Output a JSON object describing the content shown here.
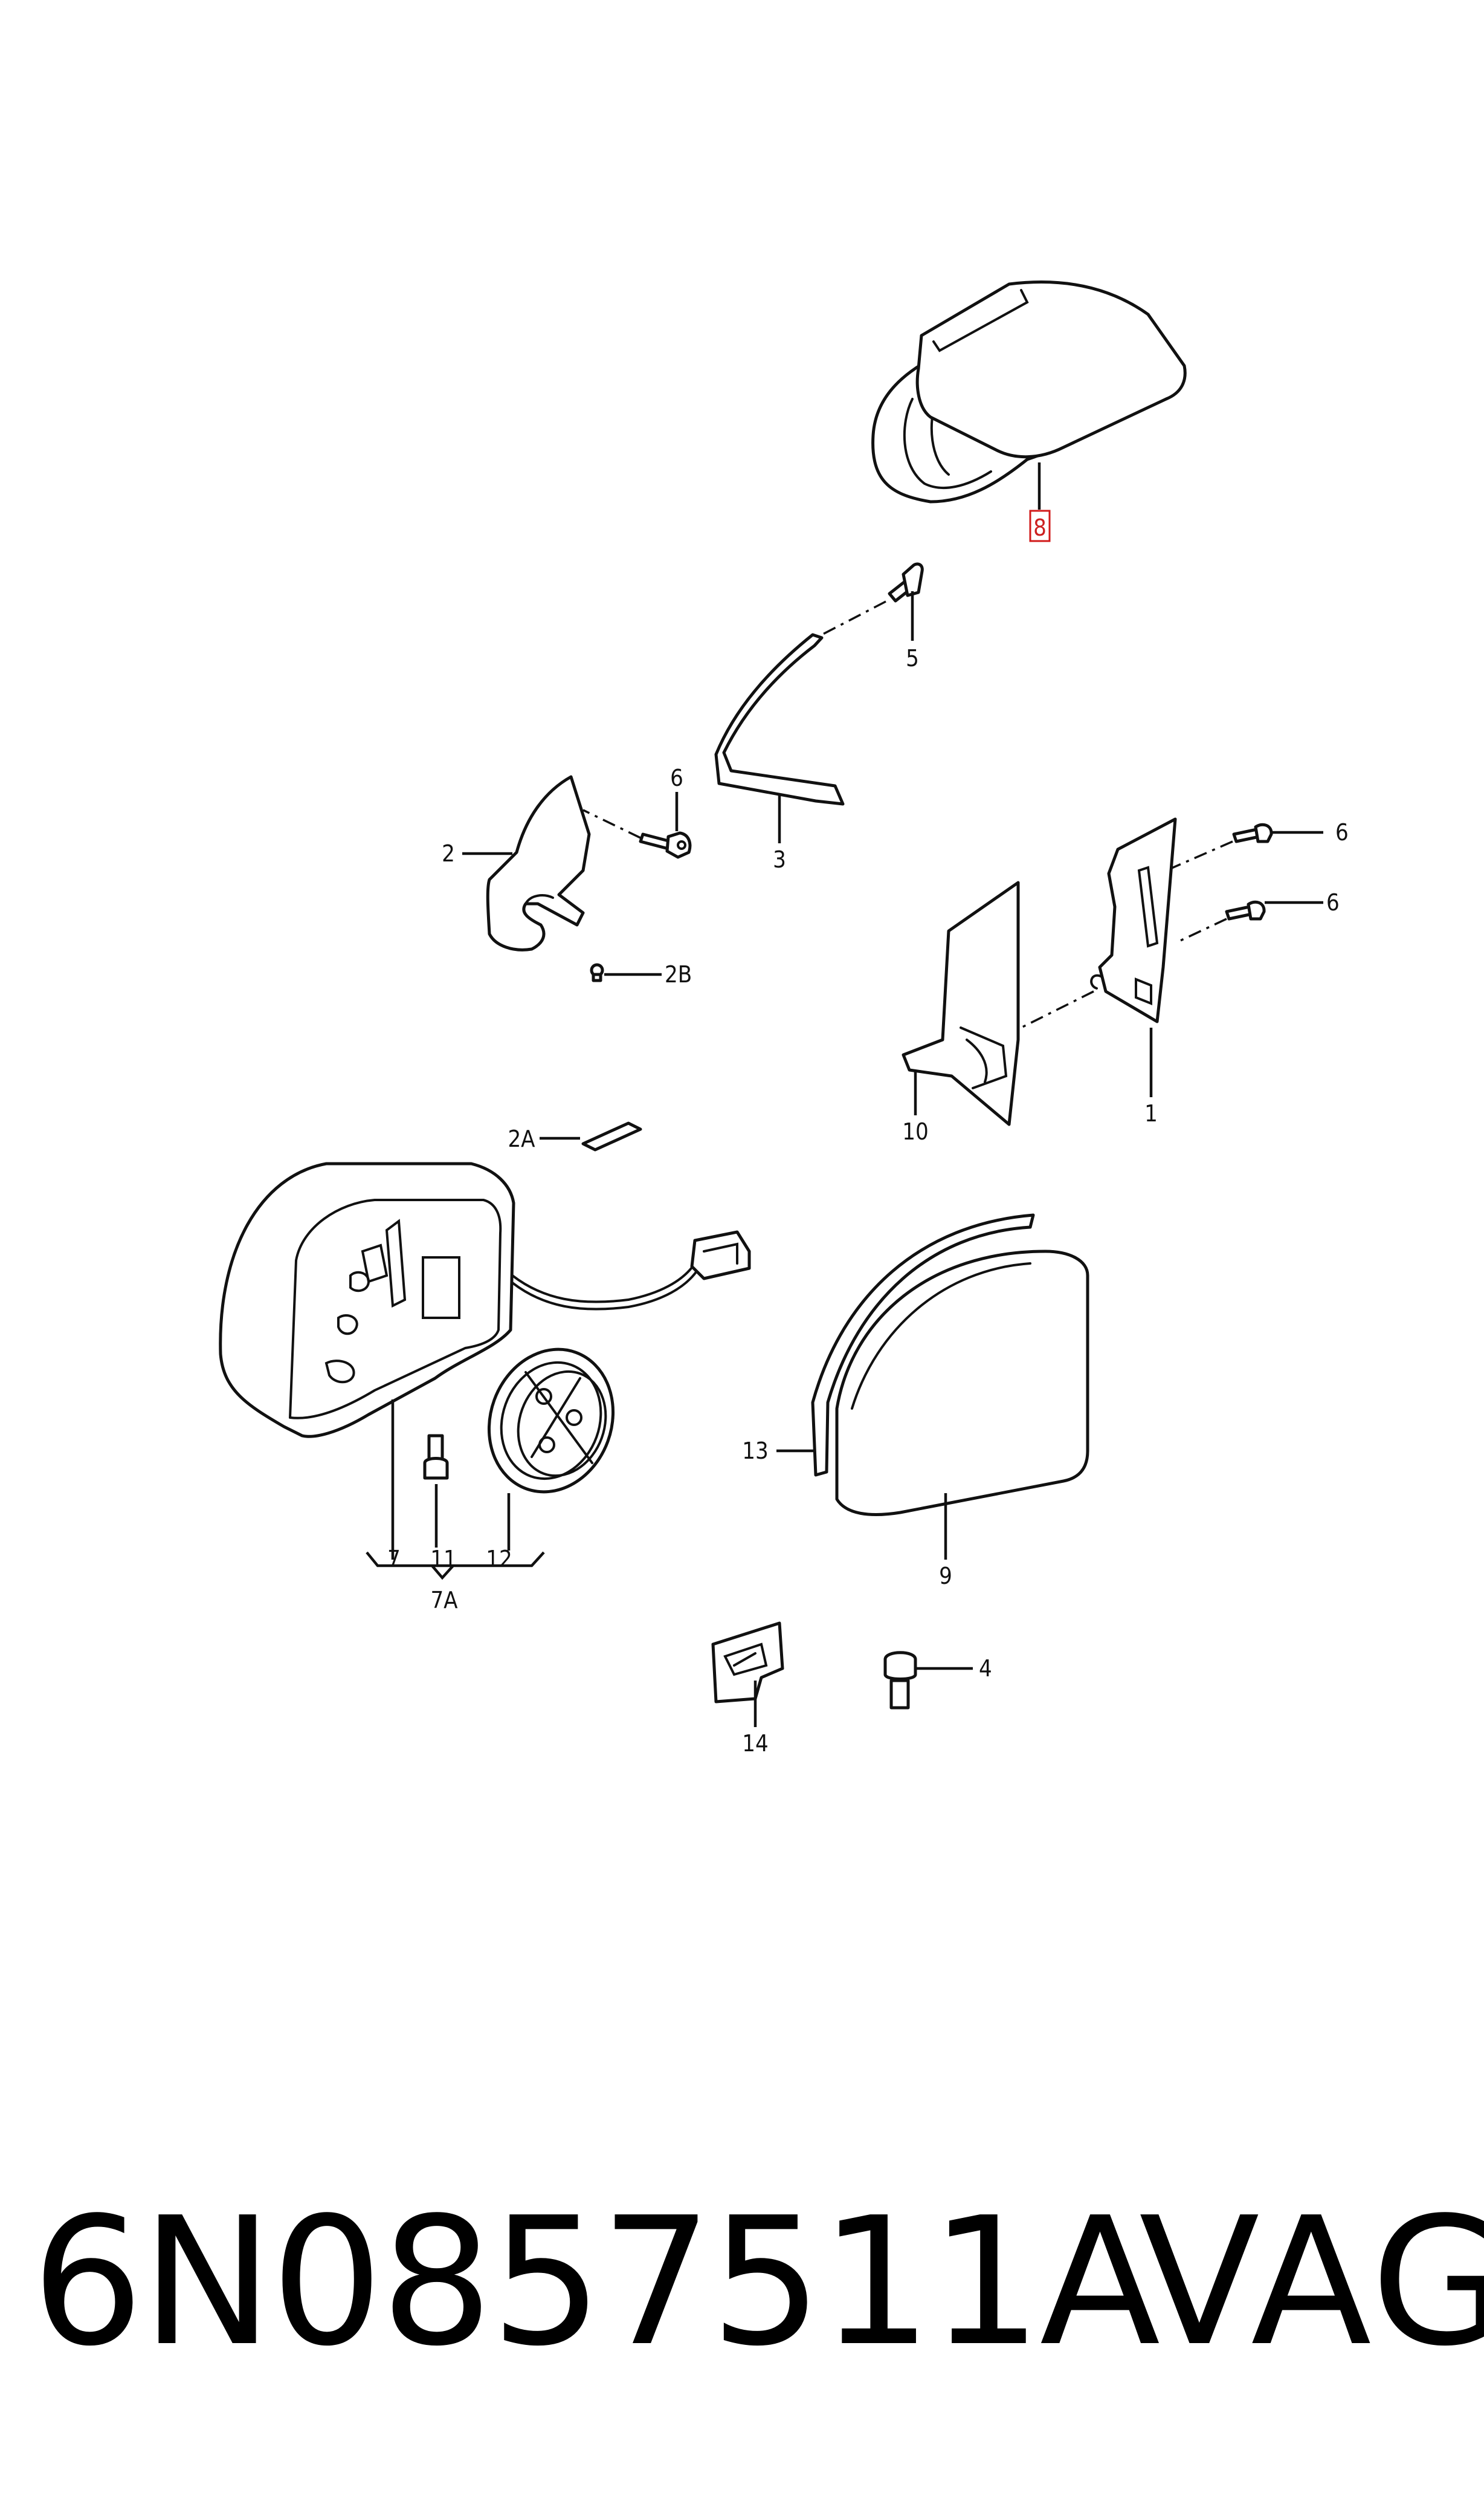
{
  "colors": {
    "ink": "#111111",
    "highlight": "#d11a1a",
    "background": "#ffffff"
  },
  "callouts": {
    "c1": "1",
    "c2": "2",
    "c2a": "2A",
    "c2b": "2B",
    "c3": "3",
    "c4": "4",
    "c5": "5",
    "c6a": "6",
    "c6b": "6",
    "c6c": "6",
    "c7": "7",
    "c7a": "7A",
    "c8": "8",
    "c9": "9",
    "c10": "10",
    "c11": "11",
    "c12": "12",
    "c13": "13",
    "c14": "14"
  },
  "highlighted_callout": "8",
  "footer": {
    "part_number": "6N0857511A",
    "brand": "VAG"
  }
}
